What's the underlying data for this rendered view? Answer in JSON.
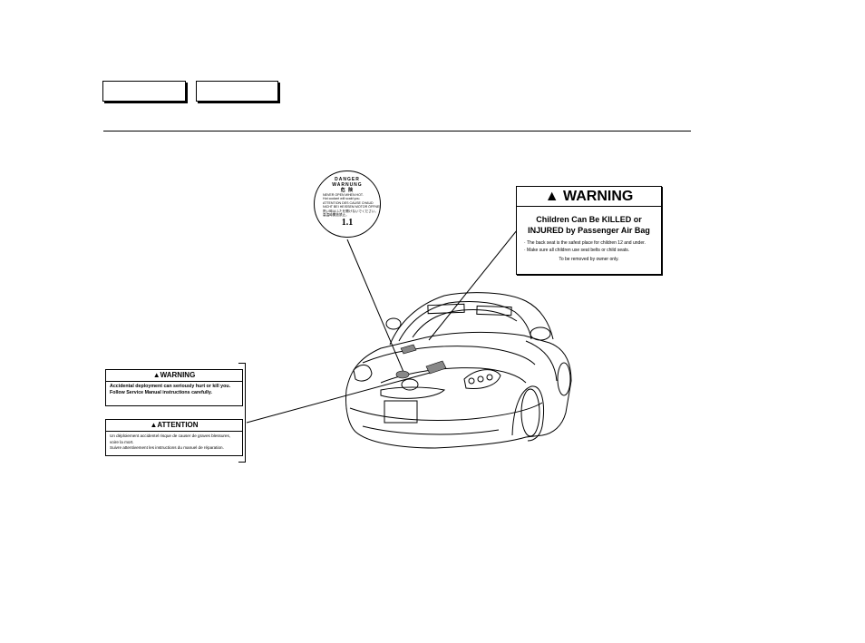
{
  "danger_label": {
    "title_en": "DANGER",
    "title_fr": "WARNUNG",
    "title_jp": "危 険",
    "lines": [
      "NEVER OPEN WHEN HOT.",
      "Hot coolant will scald you.",
      "ATTENTION DES CAUSE CHAUD",
      "NICHT BEI HEISSEM MOTOR ÖFFNEN",
      "熱い時はふたを開けないでください。",
      "高温時開放禁止。"
    ],
    "number": "1.1"
  },
  "airbag_warning": {
    "header": "WARNING",
    "headline_1": "Children Can Be KILLED or",
    "headline_2": "INJURED by Passenger Air Bag",
    "bullet_1": "· The back seat is the safest place for children 12 and under.",
    "bullet_2": "· Make sure all children use seat belts or child seats.",
    "footer": "To be removed by owner only."
  },
  "warning_label": {
    "header": "WARNING",
    "line_1": "Accidental deployment can seriously hurt or kill you.",
    "line_2": "Follow Service Manual instructions carefully."
  },
  "attention_label": {
    "header": "ATTENTION",
    "line_1": "Un déploiement accidentel risque de causer de graves blessures, voire la mort.",
    "line_2": "Suivre attentivement les instructions du manuel de réparation."
  }
}
